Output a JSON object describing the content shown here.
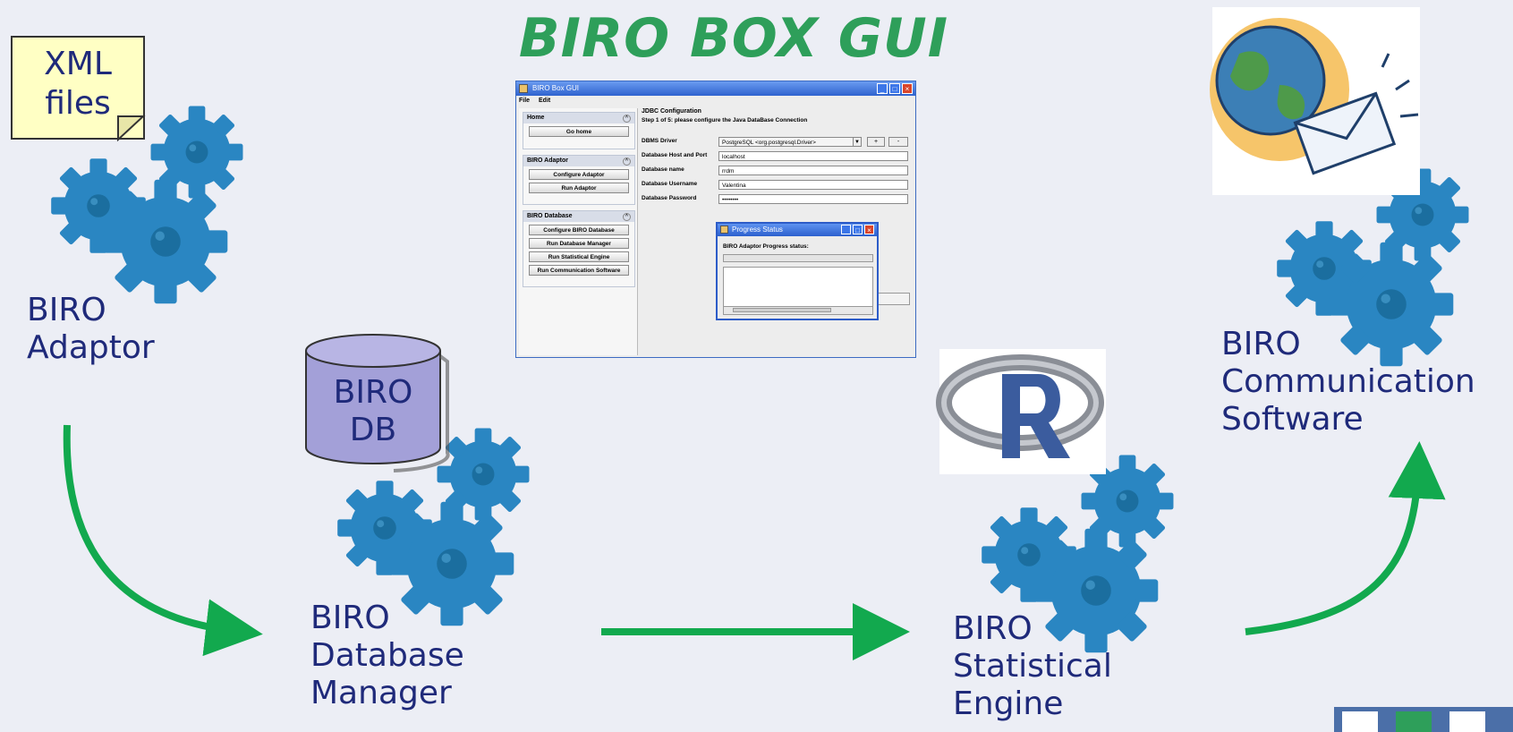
{
  "title": "BIRO BOX GUI",
  "note": {
    "line1": "XML",
    "line2": "files"
  },
  "nodes": {
    "adaptor": {
      "line1": "BIRO",
      "line2": "Adaptor"
    },
    "db": {
      "line1": "BIRO",
      "line2": "DB"
    },
    "dbmanager": {
      "line1": "BIRO",
      "line2": "Database",
      "line3": "Manager"
    },
    "engine": {
      "line1": "BIRO",
      "line2": "Statistical",
      "line3": "Engine"
    },
    "comm": {
      "line1": "BIRO",
      "line2": "Communication",
      "line3": "Software"
    }
  },
  "colors": {
    "title": "#2E9F5A",
    "labels": "#1F2A7A",
    "arrows": "#12A94E",
    "gears": "#2A86C2",
    "db": "#A3A0D8"
  },
  "gui": {
    "window_title": "BIRO Box GUI",
    "menu": [
      "File",
      "Edit"
    ],
    "home_panel": {
      "header": "Home",
      "buttons": [
        "Go home"
      ]
    },
    "adaptor_panel": {
      "header": "BIRO Adaptor",
      "buttons": [
        "Configure Adaptor",
        "Run Adaptor"
      ]
    },
    "database_panel": {
      "header": "BIRO Database",
      "buttons": [
        "Configure BIRO Database",
        "Run Database Manager",
        "Run Statistical Engine",
        "Run Communication Software"
      ]
    },
    "section_title": "JDBC Configuration",
    "step_text": "Step 1 of 5: please configure the Java DataBase Connection",
    "fields": [
      {
        "label": "DBMS Driver",
        "value": "PostgreSQL <org.postgresql.Driver>"
      },
      {
        "label": "Database Host and Port",
        "value": "localhost"
      },
      {
        "label": "Database name",
        "value": "rrdm"
      },
      {
        "label": "Database Username",
        "value": "Valentina"
      },
      {
        "label": "Database Password",
        "value": "••••••••"
      }
    ],
    "driver_buttons": [
      "+",
      "-"
    ],
    "dialog": {
      "title": "Progress Status",
      "text": "BIRO Adaptor Progress status:"
    }
  }
}
